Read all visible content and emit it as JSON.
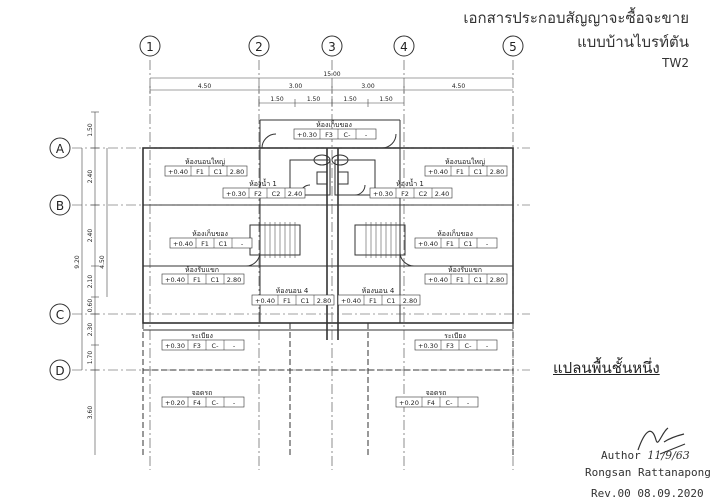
{
  "document": {
    "title_line1": "เอกสารประกอบสัญญาจะซื้อจะขาย",
    "title_line2": "แบบบ้านไบรท์ตัน",
    "model_code": "TW2",
    "plan_title": "แปลนพื้นชั้นหนึ่ง",
    "author_label": "Author",
    "author_name": "Rongsan Rattanapong",
    "revision": "Rev.00 08.09.2020",
    "signature_date": "11/9/63"
  },
  "grid": {
    "columns": [
      "1",
      "2",
      "3",
      "4",
      "5"
    ],
    "rows": [
      "A",
      "B",
      "C",
      "D"
    ]
  },
  "dimensions": {
    "overall": "15.00",
    "top_spans": [
      "4.50",
      "3.00",
      "3.00",
      "4.50"
    ],
    "sub_spans": [
      "1.50",
      "1.50",
      "1.50",
      "1.50"
    ],
    "left_outer": [
      "1.50",
      "2.40",
      "2.40",
      "2.10",
      "0.60",
      "2.30",
      "1.70",
      "3.60"
    ],
    "left_total": "9.20",
    "left_mid": "4.50"
  },
  "rooms": [
    {
      "name": "ห้องเก็บของ",
      "spec": [
        "+0.30",
        "F3",
        "C-",
        "-"
      ]
    },
    {
      "name": "ห้องนอนใหญ่",
      "spec": [
        "+0.40",
        "F1",
        "C1",
        "2.80"
      ]
    },
    {
      "name": "ห้องนอนใหญ่",
      "spec": [
        "+0.40",
        "F1",
        "C1",
        "2.80"
      ]
    },
    {
      "name": "ห้องน้ำ 1",
      "spec": [
        "+0.30",
        "F2",
        "C2",
        "2.40"
      ]
    },
    {
      "name": "ห้องน้ำ 1",
      "spec": [
        "+0.30",
        "F2",
        "C2",
        "2.40"
      ]
    },
    {
      "name": "ห้องเก็บของ",
      "spec": [
        "+0.40",
        "F1",
        "C1",
        "-"
      ]
    },
    {
      "name": "ห้องเก็บของ",
      "spec": [
        "+0.40",
        "F1",
        "C1",
        "-"
      ]
    },
    {
      "name": "ห้องรับแขก",
      "spec": [
        "+0.40",
        "F1",
        "C1",
        "2.80"
      ]
    },
    {
      "name": "ห้องรับแขก",
      "spec": [
        "+0.40",
        "F1",
        "C1",
        "2.80"
      ]
    },
    {
      "name": "ห้องนอน 4",
      "spec": [
        "+0.40",
        "F1",
        "C1",
        "2.80"
      ]
    },
    {
      "name": "ห้องนอน 4",
      "spec": [
        "+0.40",
        "F1",
        "C1",
        "2.80"
      ]
    },
    {
      "name": "ระเบียง",
      "spec": [
        "+0.30",
        "F3",
        "C-",
        "-"
      ]
    },
    {
      "name": "ระเบียง",
      "spec": [
        "+0.30",
        "F3",
        "C-",
        "-"
      ]
    },
    {
      "name": "จอดรถ",
      "spec": [
        "+0.20",
        "F4",
        "C-",
        "-"
      ]
    },
    {
      "name": "จอดรถ",
      "spec": [
        "+0.20",
        "F4",
        "C-",
        "-"
      ]
    }
  ]
}
